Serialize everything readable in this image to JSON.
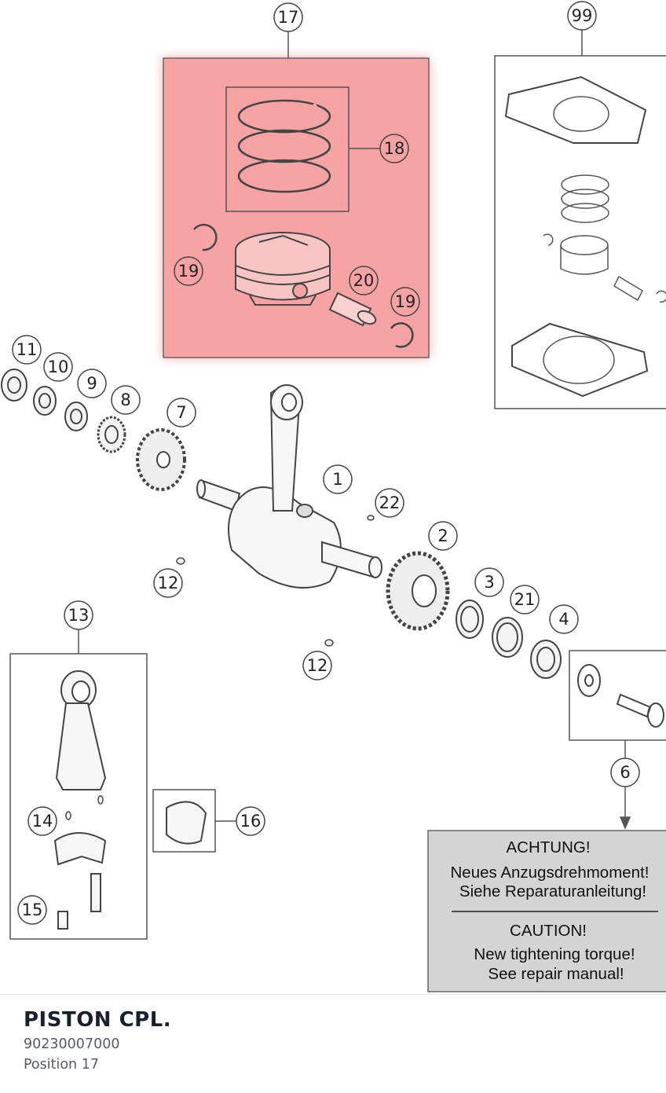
{
  "diagram": {
    "callouts": {
      "c1": "1",
      "c2": "2",
      "c3": "3",
      "c4": "4",
      "c6": "6",
      "c7": "7",
      "c8": "8",
      "c9": "9",
      "c10": "10",
      "c11": "11",
      "c12a": "12",
      "c12b": "12",
      "c13": "13",
      "c14": "14",
      "c15": "15",
      "c16": "16",
      "c17": "17",
      "c18": "18",
      "c19a": "19",
      "c19b": "19",
      "c20": "20",
      "c21": "21",
      "c22": "22",
      "c99": "99"
    },
    "highlight_color": "#f06464",
    "highlighted_position": "17",
    "warning": {
      "de_title": "ACHTUNG!",
      "de_line1": "Neues Anzugsdrehmoment!",
      "de_line2": "Siehe Reparaturanleitung!",
      "en_title": "CAUTION!",
      "en_line1": "New tightening torque!",
      "en_line2": "See repair manual!"
    }
  },
  "selected_part": {
    "name": "PISTON CPL.",
    "number": "90230007000",
    "position": "Position 17"
  }
}
